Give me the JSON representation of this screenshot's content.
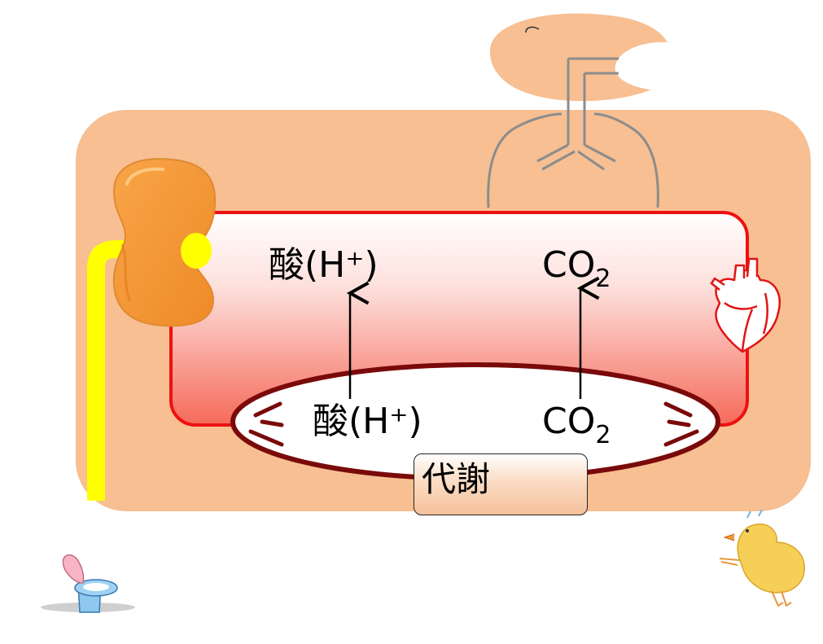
{
  "blood": {
    "acid_label": "酸(H⁺)",
    "co2_label": "CO",
    "co2_sub": "2"
  },
  "tissue": {
    "acid_label": "酸(H⁺)",
    "co2_label": "CO",
    "co2_sub": "2"
  },
  "metabolism_label": "代謝",
  "icons": [
    "lungs-icon",
    "heart-icon",
    "kidney-icon",
    "toilet-icon",
    "chick-icon"
  ],
  "colors": {
    "body": "#f7bf92",
    "vessel_border": "#ee1111",
    "tissue_border": "#7a0a0a",
    "kidney": "#f39a3c",
    "urine": "#ffff00"
  }
}
